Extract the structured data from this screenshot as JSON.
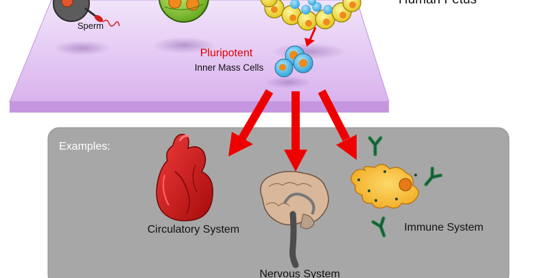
{
  "labels": {
    "sperm": "Sperm",
    "fetus": "Human Fetus",
    "pluripotent": "Pluripotent",
    "inner_mass": "Inner Mass Cells",
    "examples": "Examples:",
    "circulatory": "Circulatory System",
    "nervous": "Nervous System",
    "immune": "Immune System"
  },
  "colors": {
    "platform_top": "#dbb6ee",
    "platform_edge": "#c99be0",
    "panel": "#a7a7a7",
    "arrow": "#ee0000",
    "heart": "#d81818",
    "brain": "#d9b79a",
    "immune_cell": "#f6c23a",
    "antibody": "#1f7a45",
    "pluripotent_text": "#e00000",
    "cell_blue": "#3db2e6",
    "cell_orange": "#f28a1e"
  }
}
